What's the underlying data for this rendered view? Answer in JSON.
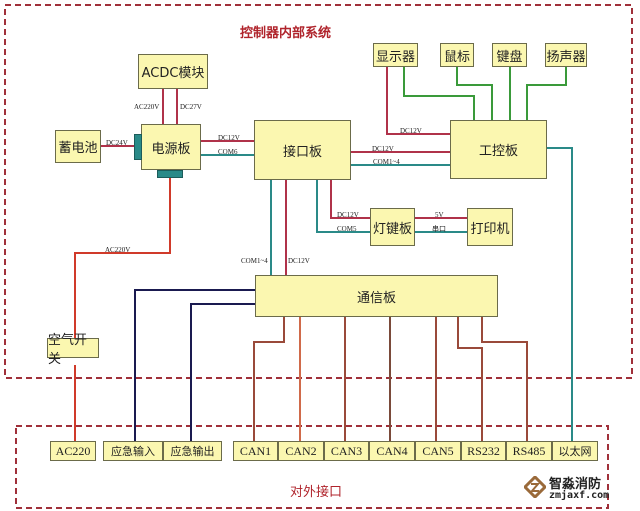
{
  "titles": {
    "internal": "控制器内部系统",
    "external": "对外接口"
  },
  "boxes": {
    "acdc": "ACDC模块",
    "battery": "蓄电池",
    "power_board": "电源板",
    "interface_board": "接口板",
    "ipc_board": "工控板",
    "display": "显示器",
    "mouse": "鼠标",
    "keyboard": "键盘",
    "speaker": "扬声器",
    "lamp_key_board": "灯键板",
    "printer": "打印机",
    "comm_board": "通信板",
    "air_switch": "空气开关"
  },
  "wire_labels": {
    "acdc_ac": "AC220V",
    "acdc_dc": "DC27V",
    "battery_dc": "DC24V",
    "power_to_iface_dc": "DC12V",
    "power_to_iface_com": "COM6",
    "display_dc": "DC12V",
    "iface_to_ipc_dc": "DC12V",
    "iface_to_ipc_com": "COM1~4",
    "iface_to_lamp_dc": "DC12V",
    "iface_to_lamp_com": "COM5",
    "lamp_to_printer_v": "5V",
    "lamp_to_printer_port": "串口",
    "iface_to_comm_com": "COM1~4",
    "iface_to_comm_dc": "DC12V",
    "mains": "AC220V"
  },
  "ports": [
    {
      "label": "AC220",
      "cn": false
    },
    {
      "label": "应急输入",
      "cn": true
    },
    {
      "label": "应急输出",
      "cn": true
    },
    {
      "label": "CAN1",
      "cn": false
    },
    {
      "label": "CAN2",
      "cn": false
    },
    {
      "label": "CAN3",
      "cn": false
    },
    {
      "label": "CAN4",
      "cn": false
    },
    {
      "label": "CAN5",
      "cn": false
    },
    {
      "label": "RS232",
      "cn": false
    },
    {
      "label": "RS485",
      "cn": false
    },
    {
      "label": "以太网",
      "cn": true
    }
  ],
  "colors": {
    "box_fill": "#fbf7b0",
    "power_line": "#b0324a",
    "data_line": "#2a8a88",
    "peripheral_line": "#3a9a3a",
    "emergency_line": "#1a1a50",
    "can_line": "#9a4a3a",
    "ac_line": "#d03a2a",
    "border_dash": "#a0303a"
  },
  "watermark": {
    "name": "智淼消防",
    "url": "zmjaxf.com"
  }
}
